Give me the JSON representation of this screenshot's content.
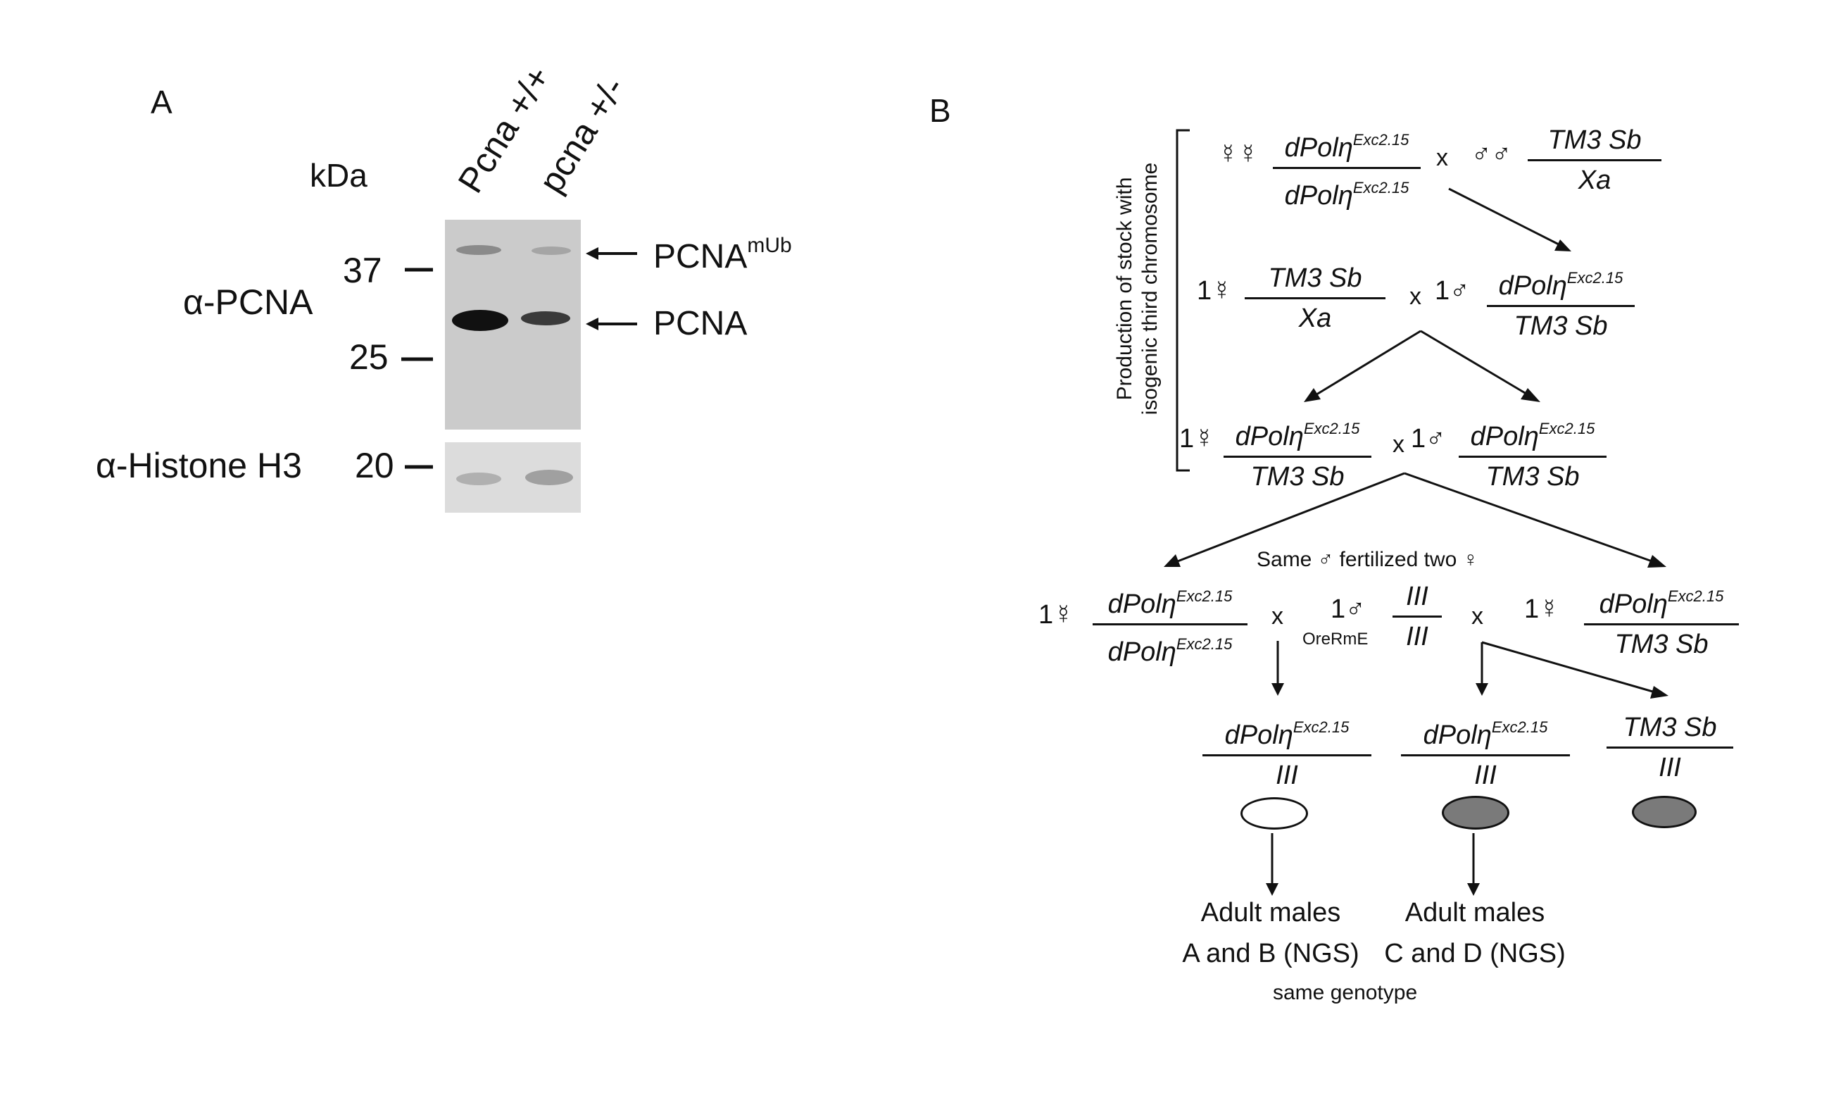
{
  "panel_a": {
    "letter": "A",
    "lanes": [
      "Pcna +/+",
      "pcna +/-"
    ],
    "kda_label": "kDa",
    "markers": [
      "37",
      "25",
      "20"
    ],
    "antibodies": [
      "α-PCNA",
      "α-Histone H3"
    ],
    "band_labels": {
      "pcna_mub_base": "PCNA",
      "pcna_mub_sup": "mUb",
      "pcna": "PCNA"
    }
  },
  "panel_b": {
    "letter": "B",
    "side_label": [
      "Production of stock with",
      "isogenic third chromosome"
    ],
    "allele_base": "dPolη",
    "allele_sup": "Exc2.15",
    "tm3": "TM3 Sb",
    "xa": "Xa",
    "third": "III",
    "cross_symbol": "x",
    "row1": {
      "female_sym": "☿☿",
      "male_sym": "♂♂"
    },
    "row2": {
      "female_sym": "1☿",
      "male_sym": "1♂"
    },
    "row3": {
      "female_sym": "1☿",
      "male_sym": "1♂"
    },
    "row4": {
      "note": "Same ♂ fertilized two ♀",
      "female_sym": "1☿",
      "male_sym": "1♂",
      "male_strain": "OreRmE",
      "female2_sym": "1☿"
    },
    "outcomes": [
      {
        "label_line1": "Adult males",
        "label_line2": "A and B (NGS)",
        "egg": "white"
      },
      {
        "label_line1": "Adult males",
        "label_line2": "C and D (NGS)",
        "egg": "grey"
      },
      {
        "egg": "grey"
      }
    ],
    "footer": "same genotype",
    "colors": {
      "egg_white": "#ffffff",
      "egg_grey": "#7a7a7a",
      "line": "#111111"
    }
  }
}
